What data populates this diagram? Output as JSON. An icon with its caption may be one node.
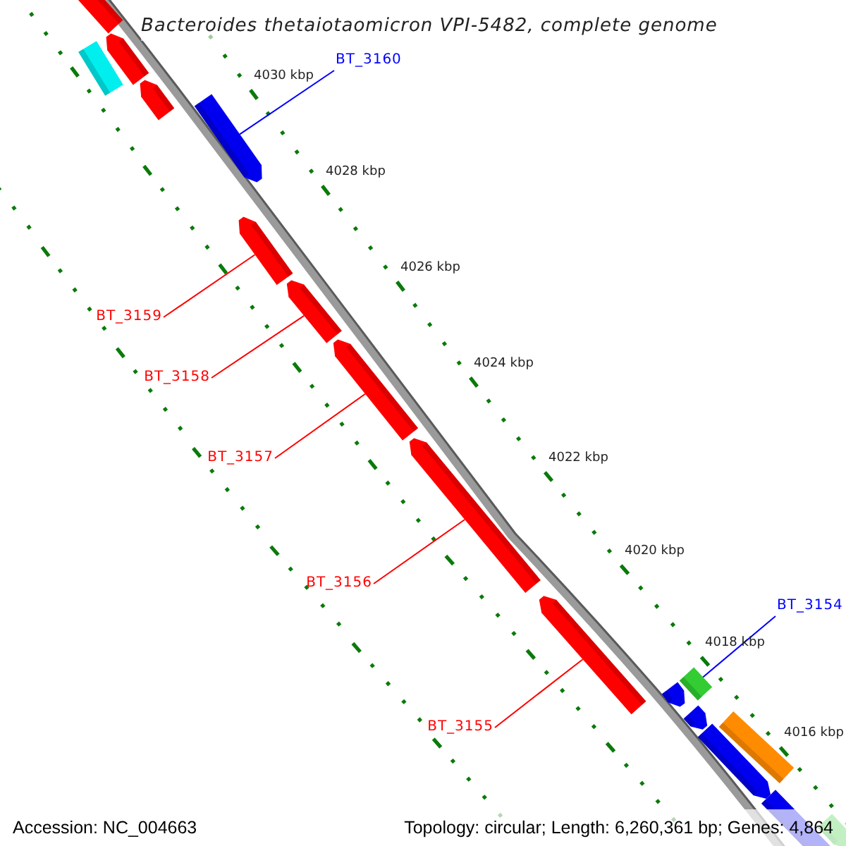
{
  "diagram": {
    "title": "Bacteroides thetaiotaomicron VPI-5482, complete genome",
    "nodes": [
      {
        "text": [
          "BT_3160"
        ]
      },
      {
        "text": [
          "BT_3159"
        ]
      },
      {
        "text": [
          "BT_3158"
        ]
      },
      {
        "text": [
          "BT_3157"
        ]
      },
      {
        "text": [
          "BT_3156"
        ]
      },
      {
        "text": [
          "BT_3155"
        ]
      },
      {
        "text": [
          "BT_3154"
        ]
      },
      {
        "text": [],
        "shape": "arrow"
      },
      {
        "text": [],
        "shape": "arrow"
      },
      {
        "text": [],
        "shape": "box"
      },
      {
        "text": [],
        "shape": "arrow"
      },
      {
        "text": [],
        "shape": "arrow"
      },
      {
        "text": [],
        "shape": "arrow"
      },
      {
        "text": [],
        "shape": "arrow"
      },
      {
        "text": [],
        "shape": "arrow"
      },
      {
        "text": [],
        "shape": "arrow"
      },
      {
        "text": [],
        "shape": "arrow"
      },
      {
        "text": [],
        "shape": "arrow"
      },
      {
        "text": [],
        "shape": "box"
      },
      {
        "text": [],
        "shape": "arrow"
      },
      {
        "text": [],
        "shape": "box"
      },
      {
        "text": [],
        "shape": "arrow"
      },
      {
        "text": [],
        "shape": "box"
      },
      {
        "text": [],
        "shape": "arrow"
      }
    ],
    "edges": [
      {
        "from": 0,
        "to": 11,
        "arrow": "none",
        "color": "#0000ff"
      },
      {
        "from": 1,
        "to": 12,
        "arrow": "none"
      },
      {
        "from": 2,
        "to": 13,
        "arrow": "none"
      },
      {
        "from": 3,
        "to": 14,
        "arrow": "none"
      },
      {
        "from": 4,
        "to": 15,
        "arrow": "none"
      },
      {
        "from": 5,
        "to": 16,
        "arrow": "none"
      },
      {
        "from": 6,
        "to": 18,
        "arrow": "none",
        "color": "#0000ff"
      }
    ],
    "labels": [
      "4030 kbp",
      "4028 kbp",
      "4026 kbp",
      "4024 kbp",
      "4022 kbp",
      "4020 kbp",
      "4018 kbp",
      "4016 kbp",
      "Accession: NC_004663",
      "Topology: circular; Length: 6,260,361 bp; Genes: 4,864"
    ]
  }
}
